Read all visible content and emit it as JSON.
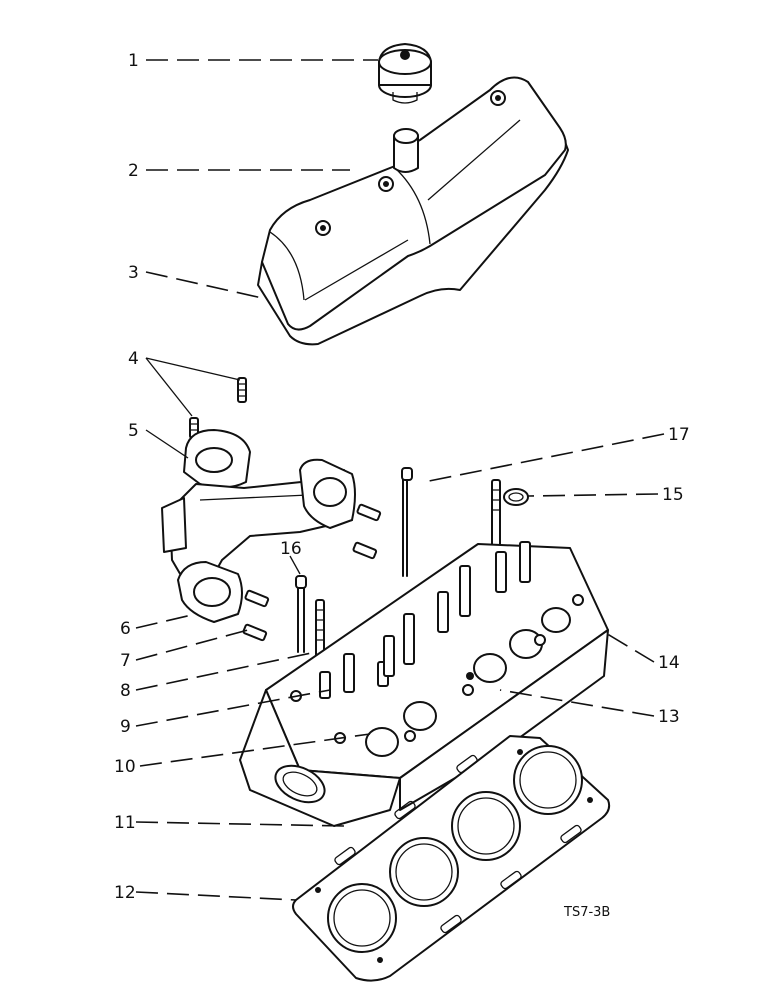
{
  "callouts": [
    "1",
    "2",
    "3",
    "4",
    "5",
    "6",
    "7",
    "8",
    "9",
    "10",
    "11",
    "12",
    "13",
    "14",
    "15",
    "16",
    "17"
  ],
  "reference_code": "TS7-3B",
  "colors": {
    "ink": "#111111",
    "paper": "#ffffff"
  }
}
